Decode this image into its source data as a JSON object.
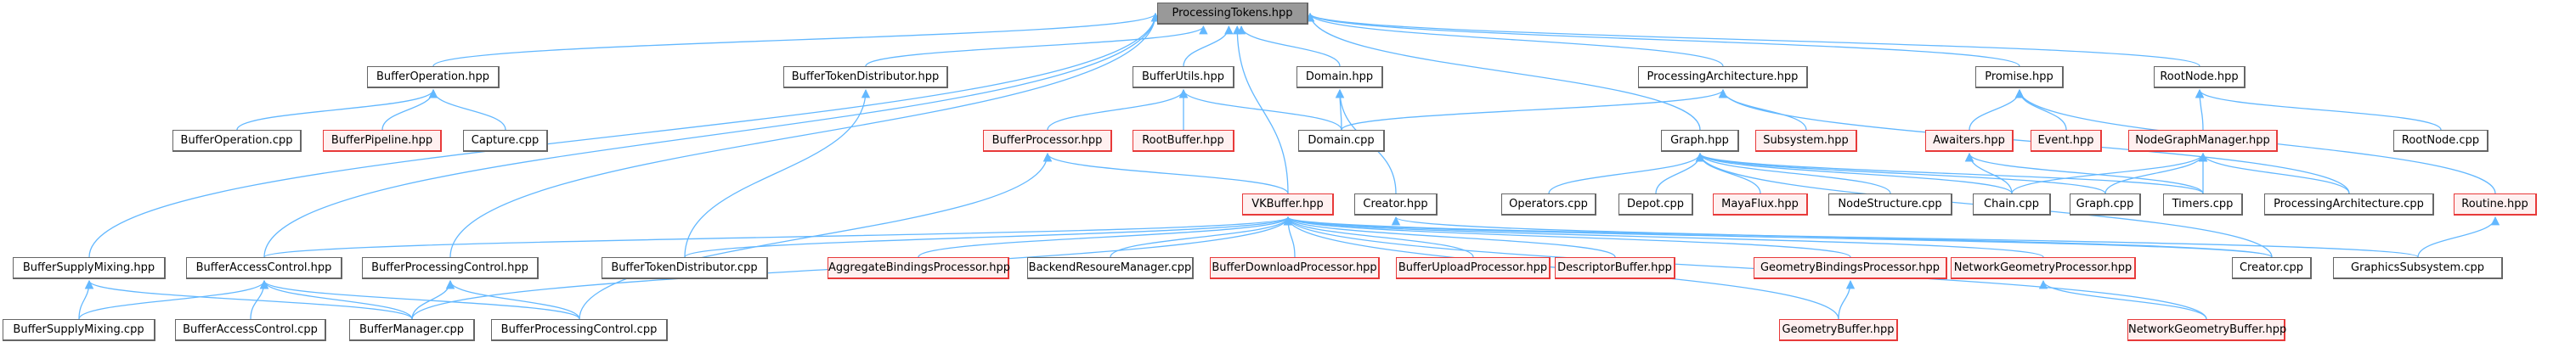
{
  "diagram": {
    "title": "ProcessingTokens.hpp",
    "colors": {
      "edge": "#63b8ff",
      "root_fill": "#999999",
      "normal_border": "#666666",
      "missing_border": "#ff0000",
      "missing_fill": "#fff0f0"
    },
    "nodes": [
      {
        "id": "ProcessingTokens.hpp",
        "label": "ProcessingTokens.hpp",
        "style": "root"
      },
      {
        "id": "BufferOperation.hpp",
        "label": "BufferOperation.hpp",
        "style": "normal"
      },
      {
        "id": "BufferTokenDistributor.hpp",
        "label": "BufferTokenDistributor.hpp",
        "style": "normal"
      },
      {
        "id": "BufferUtils.hpp",
        "label": "BufferUtils.hpp",
        "style": "normal"
      },
      {
        "id": "Domain.hpp",
        "label": "Domain.hpp",
        "style": "normal"
      },
      {
        "id": "ProcessingArchitecture.hpp",
        "label": "ProcessingArchitecture.hpp",
        "style": "normal"
      },
      {
        "id": "Promise.hpp",
        "label": "Promise.hpp",
        "style": "normal"
      },
      {
        "id": "RootNode.hpp",
        "label": "RootNode.hpp",
        "style": "normal"
      },
      {
        "id": "BufferOperation.cpp",
        "label": "BufferOperation.cpp",
        "style": "normal"
      },
      {
        "id": "BufferPipeline.hpp",
        "label": "BufferPipeline.hpp",
        "style": "red"
      },
      {
        "id": "Capture.cpp",
        "label": "Capture.cpp",
        "style": "normal"
      },
      {
        "id": "BufferProcessor.hpp",
        "label": "BufferProcessor.hpp",
        "style": "red"
      },
      {
        "id": "RootBuffer.hpp",
        "label": "RootBuffer.hpp",
        "style": "red"
      },
      {
        "id": "Domain.cpp",
        "label": "Domain.cpp",
        "style": "normal"
      },
      {
        "id": "Graph.hpp",
        "label": "Graph.hpp",
        "style": "normal"
      },
      {
        "id": "Subsystem.hpp",
        "label": "Subsystem.hpp",
        "style": "red"
      },
      {
        "id": "Awaiters.hpp",
        "label": "Awaiters.hpp",
        "style": "red"
      },
      {
        "id": "Event.hpp",
        "label": "Event.hpp",
        "style": "red"
      },
      {
        "id": "NodeGraphManager.hpp",
        "label": "NodeGraphManager.hpp",
        "style": "red"
      },
      {
        "id": "RootNode.cpp",
        "label": "RootNode.cpp",
        "style": "normal"
      },
      {
        "id": "VKBuffer.hpp",
        "label": "VKBuffer.hpp",
        "style": "red"
      },
      {
        "id": "Creator.hpp",
        "label": "Creator.hpp",
        "style": "normal"
      },
      {
        "id": "Operators.cpp",
        "label": "Operators.cpp",
        "style": "normal"
      },
      {
        "id": "Depot.cpp",
        "label": "Depot.cpp",
        "style": "normal"
      },
      {
        "id": "MayaFlux.hpp",
        "label": "MayaFlux.hpp",
        "style": "red"
      },
      {
        "id": "NodeStructure.cpp",
        "label": "NodeStructure.cpp",
        "style": "normal"
      },
      {
        "id": "Chain.cpp",
        "label": "Chain.cpp",
        "style": "normal"
      },
      {
        "id": "Graph.cpp",
        "label": "Graph.cpp",
        "style": "normal"
      },
      {
        "id": "Timers.cpp",
        "label": "Timers.cpp",
        "style": "normal"
      },
      {
        "id": "ProcessingArchitecture.cpp",
        "label": "ProcessingArchitecture.cpp",
        "style": "normal"
      },
      {
        "id": "Routine.hpp",
        "label": "Routine.hpp",
        "style": "red"
      },
      {
        "id": "BufferSupplyMixing.hpp",
        "label": "BufferSupplyMixing.hpp",
        "style": "normal"
      },
      {
        "id": "BufferAccessControl.hpp",
        "label": "BufferAccessControl.hpp",
        "style": "normal"
      },
      {
        "id": "BufferProcessingControl.hpp",
        "label": "BufferProcessingControl.hpp",
        "style": "normal"
      },
      {
        "id": "BufferTokenDistributor.cpp",
        "label": "BufferTokenDistributor.cpp",
        "style": "normal"
      },
      {
        "id": "AggregateBindingsProcessor.hpp",
        "label": "AggregateBindingsProcessor.hpp",
        "style": "red"
      },
      {
        "id": "BackendResoureManager.cpp",
        "label": "BackendResoureManager.cpp",
        "style": "normal"
      },
      {
        "id": "BufferDownloadProcessor.hpp",
        "label": "BufferDownloadProcessor.hpp",
        "style": "red"
      },
      {
        "id": "BufferUploadProcessor.hpp",
        "label": "BufferUploadProcessor.hpp",
        "style": "red"
      },
      {
        "id": "DescriptorBuffer.hpp",
        "label": "DescriptorBuffer.hpp",
        "style": "red"
      },
      {
        "id": "GeometryBindingsProcessor.hpp",
        "label": "GeometryBindingsProcessor.hpp",
        "style": "red"
      },
      {
        "id": "NetworkGeometryProcessor.hpp",
        "label": "NetworkGeometryProcessor.hpp",
        "style": "red"
      },
      {
        "id": "Creator.cpp",
        "label": "Creator.cpp",
        "style": "normal"
      },
      {
        "id": "GraphicsSubsystem.cpp",
        "label": "GraphicsSubsystem.cpp",
        "style": "normal"
      },
      {
        "id": "BufferSupplyMixing.cpp",
        "label": "BufferSupplyMixing.cpp",
        "style": "normal"
      },
      {
        "id": "BufferAccessControl.cpp",
        "label": "BufferAccessControl.cpp",
        "style": "normal"
      },
      {
        "id": "BufferManager.cpp",
        "label": "BufferManager.cpp",
        "style": "normal"
      },
      {
        "id": "BufferProcessingControl.cpp",
        "label": "BufferProcessingControl.cpp",
        "style": "normal"
      },
      {
        "id": "GeometryBuffer.hpp",
        "label": "GeometryBuffer.hpp",
        "style": "red"
      },
      {
        "id": "NetworkGeometryBuffer.hpp",
        "label": "NetworkGeometryBuffer.hpp",
        "style": "red"
      }
    ],
    "edges": [
      [
        "BufferOperation.hpp",
        "ProcessingTokens.hpp"
      ],
      [
        "BufferTokenDistributor.hpp",
        "ProcessingTokens.hpp"
      ],
      [
        "BufferUtils.hpp",
        "ProcessingTokens.hpp"
      ],
      [
        "Domain.hpp",
        "ProcessingTokens.hpp"
      ],
      [
        "ProcessingArchitecture.hpp",
        "ProcessingTokens.hpp"
      ],
      [
        "Promise.hpp",
        "ProcessingTokens.hpp"
      ],
      [
        "RootNode.hpp",
        "ProcessingTokens.hpp"
      ],
      [
        "Graph.hpp",
        "ProcessingTokens.hpp"
      ],
      [
        "VKBuffer.hpp",
        "ProcessingTokens.hpp"
      ],
      [
        "BufferSupplyMixing.hpp",
        "ProcessingTokens.hpp"
      ],
      [
        "BufferAccessControl.hpp",
        "ProcessingTokens.hpp"
      ],
      [
        "BufferProcessingControl.hpp",
        "ProcessingTokens.hpp"
      ],
      [
        "BufferOperation.cpp",
        "BufferOperation.hpp"
      ],
      [
        "BufferPipeline.hpp",
        "BufferOperation.hpp"
      ],
      [
        "Capture.cpp",
        "BufferOperation.hpp"
      ],
      [
        "BufferTokenDistributor.cpp",
        "BufferTokenDistributor.hpp"
      ],
      [
        "BufferProcessor.hpp",
        "BufferUtils.hpp"
      ],
      [
        "RootBuffer.hpp",
        "BufferUtils.hpp"
      ],
      [
        "Domain.cpp",
        "BufferUtils.hpp"
      ],
      [
        "Domain.cpp",
        "Domain.hpp"
      ],
      [
        "Creator.hpp",
        "Domain.hpp"
      ],
      [
        "Domain.cpp",
        "ProcessingArchitecture.hpp"
      ],
      [
        "Subsystem.hpp",
        "ProcessingArchitecture.hpp"
      ],
      [
        "ProcessingArchitecture.cpp",
        "ProcessingArchitecture.hpp"
      ],
      [
        "Awaiters.hpp",
        "Promise.hpp"
      ],
      [
        "Event.hpp",
        "Promise.hpp"
      ],
      [
        "Routine.hpp",
        "Promise.hpp"
      ],
      [
        "NodeGraphManager.hpp",
        "RootNode.hpp"
      ],
      [
        "RootNode.cpp",
        "RootNode.hpp"
      ],
      [
        "VKBuffer.hpp",
        "BufferProcessor.hpp"
      ],
      [
        "BufferProcessingControl.cpp",
        "BufferProcessor.hpp"
      ],
      [
        "Operators.cpp",
        "Graph.hpp"
      ],
      [
        "Depot.cpp",
        "Graph.hpp"
      ],
      [
        "MayaFlux.hpp",
        "Graph.hpp"
      ],
      [
        "NodeStructure.cpp",
        "Graph.hpp"
      ],
      [
        "Chain.cpp",
        "Graph.hpp"
      ],
      [
        "Graph.cpp",
        "Graph.hpp"
      ],
      [
        "Timers.cpp",
        "Graph.hpp"
      ],
      [
        "Creator.cpp",
        "Graph.hpp"
      ],
      [
        "Chain.cpp",
        "Awaiters.hpp"
      ],
      [
        "Timers.cpp",
        "Awaiters.hpp"
      ],
      [
        "Chain.cpp",
        "NodeGraphManager.hpp"
      ],
      [
        "Graph.cpp",
        "NodeGraphManager.hpp"
      ],
      [
        "Timers.cpp",
        "NodeGraphManager.hpp"
      ],
      [
        "ProcessingArchitecture.cpp",
        "NodeGraphManager.hpp"
      ],
      [
        "GraphicsSubsystem.cpp",
        "Routine.hpp"
      ],
      [
        "Creator.cpp",
        "Creator.hpp"
      ],
      [
        "BufferAccessControl.hpp",
        "VKBuffer.hpp"
      ],
      [
        "BufferTokenDistributor.cpp",
        "VKBuffer.hpp"
      ],
      [
        "AggregateBindingsProcessor.hpp",
        "VKBuffer.hpp"
      ],
      [
        "BackendResoureManager.cpp",
        "VKBuffer.hpp"
      ],
      [
        "BufferDownloadProcessor.hpp",
        "VKBuffer.hpp"
      ],
      [
        "BufferUploadProcessor.hpp",
        "VKBuffer.hpp"
      ],
      [
        "DescriptorBuffer.hpp",
        "VKBuffer.hpp"
      ],
      [
        "GeometryBindingsProcessor.hpp",
        "VKBuffer.hpp"
      ],
      [
        "NetworkGeometryProcessor.hpp",
        "VKBuffer.hpp"
      ],
      [
        "Creator.cpp",
        "VKBuffer.hpp"
      ],
      [
        "GraphicsSubsystem.cpp",
        "VKBuffer.hpp"
      ],
      [
        "BufferManager.cpp",
        "VKBuffer.hpp"
      ],
      [
        "GeometryBuffer.hpp",
        "VKBuffer.hpp"
      ],
      [
        "NetworkGeometryBuffer.hpp",
        "VKBuffer.hpp"
      ],
      [
        "BufferSupplyMixing.cpp",
        "BufferSupplyMixing.hpp"
      ],
      [
        "BufferManager.cpp",
        "BufferSupplyMixing.hpp"
      ],
      [
        "BufferSupplyMixing.cpp",
        "BufferAccessControl.hpp"
      ],
      [
        "BufferAccessControl.cpp",
        "BufferAccessControl.hpp"
      ],
      [
        "BufferManager.cpp",
        "BufferAccessControl.hpp"
      ],
      [
        "BufferProcessingControl.cpp",
        "BufferAccessControl.hpp"
      ],
      [
        "BufferManager.cpp",
        "BufferProcessingControl.hpp"
      ],
      [
        "BufferProcessingControl.cpp",
        "BufferProcessingControl.hpp"
      ],
      [
        "GeometryBuffer.hpp",
        "GeometryBindingsProcessor.hpp"
      ],
      [
        "NetworkGeometryBuffer.hpp",
        "NetworkGeometryProcessor.hpp"
      ]
    ]
  }
}
